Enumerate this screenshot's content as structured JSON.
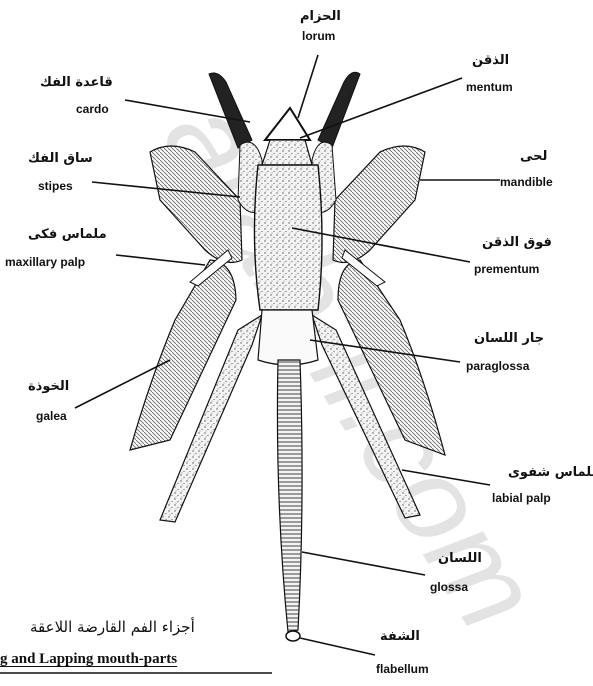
{
  "watermark": "arab-ll.com",
  "labels": {
    "lorum": {
      "ar": "الحزام",
      "en": "lorum"
    },
    "cardo": {
      "ar": "قاعدة الفك",
      "en": "cardo"
    },
    "mentum": {
      "ar": "الذقن",
      "en": "mentum"
    },
    "stipes": {
      "ar": "ساق الفك",
      "en": "stipes"
    },
    "mandible": {
      "ar": "لحى",
      "en": "mandible"
    },
    "maxillary_palp": {
      "ar": "ملماس فكى",
      "en": "maxillary palp"
    },
    "prementum": {
      "ar": "فوق الذقن",
      "en": "prementum"
    },
    "paraglossa": {
      "ar": "جار اللسان",
      "en": "paraglossa"
    },
    "galea": {
      "ar": "الخوذة",
      "en": "galea"
    },
    "labial_palp": {
      "ar": "ملماس شفوى",
      "en": "labial palp"
    },
    "glossa": {
      "ar": "اللسان",
      "en": "glossa"
    },
    "flabellum": {
      "ar": "الشفة",
      "en": "flabellum"
    }
  },
  "caption": {
    "ar": "أجزاء الفم القارضة اللاعقة",
    "en": "g and Lapping mouth-parts"
  },
  "colors": {
    "ink": "#111111",
    "body_fill": "#d9d9d9",
    "watermark": "#e3e3e3"
  }
}
